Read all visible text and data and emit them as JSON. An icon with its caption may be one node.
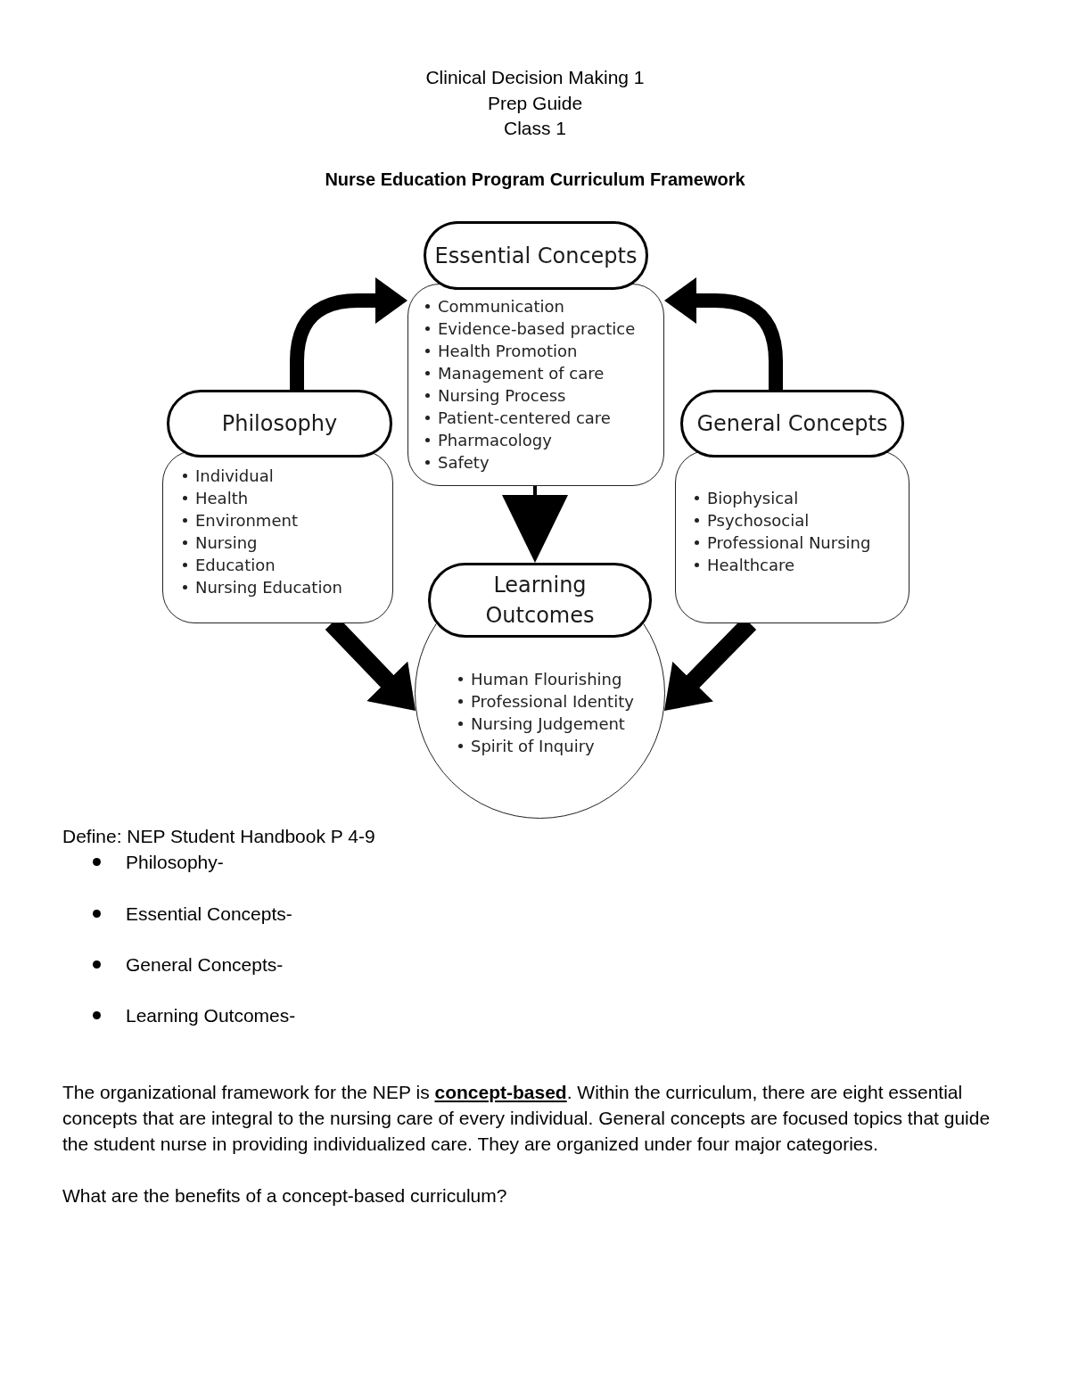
{
  "diagram": {
    "title": "Nurse Education Program Curriculum Framework",
    "nodes": [
      {
        "text": [
          "Essential Concepts",
          "Communication",
          "Evidence-based practice",
          "Health Promotion",
          "Management of care",
          "Nursing Process",
          "Patient-centered care",
          "Pharmacology",
          "Safety"
        ]
      },
      {
        "text": [
          "Philosophy",
          "Individual",
          "Health",
          "Environment",
          "Nursing",
          "Education",
          "Nursing Education"
        ]
      },
      {
        "text": [
          "General Concepts",
          "Biophysical",
          "Psychosocial",
          "Professional Nursing",
          "Healthcare"
        ]
      },
      {
        "text": [
          "Learning Outcomes",
          "Human Flourishing",
          "Professional Identity",
          "Nursing Judgement",
          "Spirit of Inquiry"
        ]
      }
    ],
    "edges": [
      {
        "from": 1,
        "to": 0,
        "arrow": "to"
      },
      {
        "from": 2,
        "to": 0,
        "arrow": "to"
      },
      {
        "from": 0,
        "to": 3,
        "arrow": "to"
      },
      {
        "from": 1,
        "to": 3,
        "arrow": "to"
      },
      {
        "from": 2,
        "to": 3,
        "arrow": "to"
      }
    ],
    "labels": [
      "Clinical Decision Making 1",
      "Prep Guide",
      "Class 1",
      "Define: NEP Student Handbook P 4-9",
      "Philosophy-",
      "Essential Concepts-",
      "General Concepts-",
      "Learning Outcomes-",
      "The organizational framework for the NEP is **concept-based**. Within the curriculum, there are eight essential concepts that are integral to the nursing care of every individual. General concepts are focused topics that guide the student nurse in providing individualized care. They are organized under four major categories.",
      "What are the benefits of a concept-based curriculum?"
    ]
  }
}
